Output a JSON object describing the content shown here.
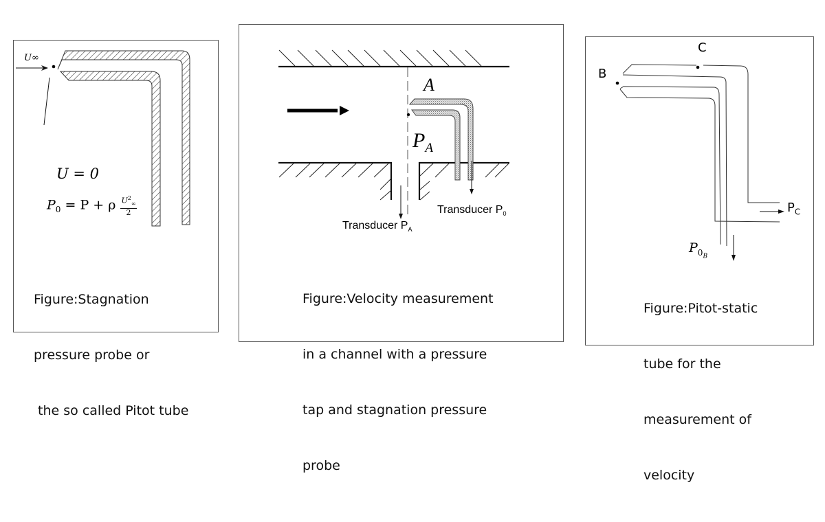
{
  "figures": [
    {
      "id": "pitot-tube",
      "labels": {
        "freestream_velocity": "U∞",
        "stagnation_velocity": "U = 0",
        "equation_lhs": "P",
        "equation_lhs_sub": "0",
        "equation_rhs_prefix": "= P + ρ",
        "equation_frac_num": "U",
        "equation_frac_num_sup": "2",
        "equation_frac_num_sub": "∞",
        "equation_frac_den": "2"
      },
      "caption": [
        "Figure:Stagnation",
        "pressure probe or",
        " the so called Pitot tube"
      ]
    },
    {
      "id": "channel-velocity",
      "labels": {
        "point": "A",
        "pressure": "P",
        "pressure_sub": "A",
        "transducer_a": "Transducer P",
        "transducer_a_sub": "A",
        "transducer_0": "Transducer P",
        "transducer_0_sub": "0"
      },
      "caption": [
        "Figure:Velocity measurement",
        "in a channel with a pressure",
        "tap and stagnation pressure",
        "probe"
      ]
    },
    {
      "id": "pitot-static",
      "labels": {
        "point_b": "B",
        "point_c": "C",
        "static_pressure": "P",
        "static_pressure_sub": "C",
        "stagnation_pressure": "P",
        "stagnation_pressure_sub": "0",
        "stagnation_pressure_subsub": "B"
      },
      "caption": [
        "Figure:Pitot-static",
        "tube for the",
        "measurement of",
        "velocity"
      ]
    }
  ]
}
